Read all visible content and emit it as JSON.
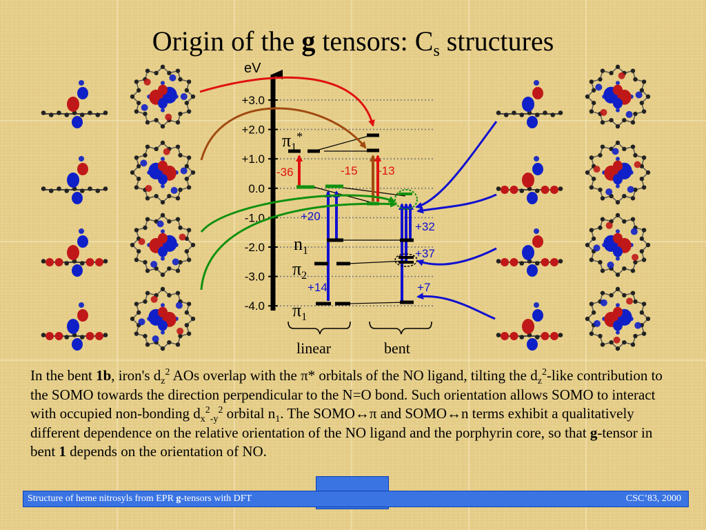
{
  "title": {
    "prefix": "Origin of the ",
    "bold": "g",
    "middle": " tensors: C",
    "subscript": "s",
    "suffix": " structures"
  },
  "axis": {
    "unit": "eV",
    "ticks": [
      "+3.0",
      "+2.0",
      "+1.0",
      "0.0",
      "-1.0",
      "-2.0",
      "-3.0",
      "-4.0"
    ]
  },
  "levels": {
    "pi1_star": "π",
    "pi1_star_sub": "1",
    "pi1_star_sup": "*",
    "n1": "n",
    "n1_sub": "1",
    "pi2": "π",
    "pi2_sub": "2",
    "pi1": "π",
    "pi1_sub": "1"
  },
  "shifts": {
    "a": "-36",
    "b": "-15",
    "c": "-13",
    "d": "+20",
    "e": "+32",
    "f": "+37",
    "g": "+14",
    "h": "+7"
  },
  "columns": {
    "linear": "linear",
    "bent": "bent"
  },
  "paragraph": {
    "t1": "In the bent ",
    "t1b": "1b",
    "t2": ", iron's d",
    "t2sub": "z",
    "t2sup": "2",
    "t3": " AOs overlap with the π* orbitals of the NO ligand, tilting the d",
    "t3sub": "z",
    "t3sup": "2",
    "t4": "-like contribution to the SOMO towards the direction perpendicular to the N=O bond. Such orientation allows SOMO to interact with occupied non-bonding d",
    "t4sub": "x",
    "t4sup1": "2",
    "t4mid": "-y",
    "t4sup2": "2",
    "t5": " orbital n",
    "t5sub": "1",
    "t6": ". The SOMO↔π and SOMO↔n terms exhibit a qualitatively different dependence on the relative orientation of the NO ligand and the porphyrin core, so that ",
    "t6b": "g",
    "t7": "-tensor in bent ",
    "t7b": "1",
    "t8": " depends on the orientation of NO."
  },
  "footer": {
    "left_a": "Structure of heme nitrosyls from EPR ",
    "left_b": "g",
    "left_c": "-tensors with DFT",
    "right": "CSC’83, 2000"
  },
  "colors": {
    "background": "#e9d391",
    "red_arrow": "#e01010",
    "brown_arrow": "#a04a10",
    "green": "#109010",
    "blue": "#1010d0",
    "footer": "#3a74e3"
  }
}
